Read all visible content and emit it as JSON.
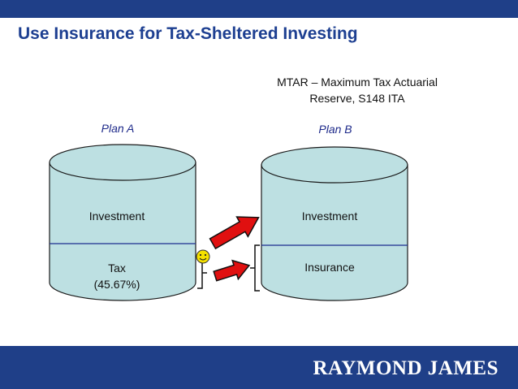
{
  "slide": {
    "title": "Use Insurance for Tax-Sheltered Investing",
    "note_line1": "MTAR – Maximum Tax Actuarial",
    "note_line2": "Reserve, S148 ITA"
  },
  "plan_a": {
    "label": "Plan A",
    "top_section": "Investment",
    "bottom_line1": "Tax",
    "bottom_line2": "(45.67%)"
  },
  "plan_b": {
    "label": "Plan B",
    "top_section": "Investment",
    "bottom_section": "Insurance"
  },
  "icons": {
    "smiley": "smiley-face-icon",
    "arrows": "red-arrow-icon"
  },
  "footer": {
    "brand": "RAYMOND JAMES"
  },
  "colors": {
    "header_bar": "#1f3f88",
    "title": "#1d3f91",
    "cylinder_fill": "#bde0e2",
    "arrow_fill": "#e01010",
    "smiley": "#f5e100"
  }
}
